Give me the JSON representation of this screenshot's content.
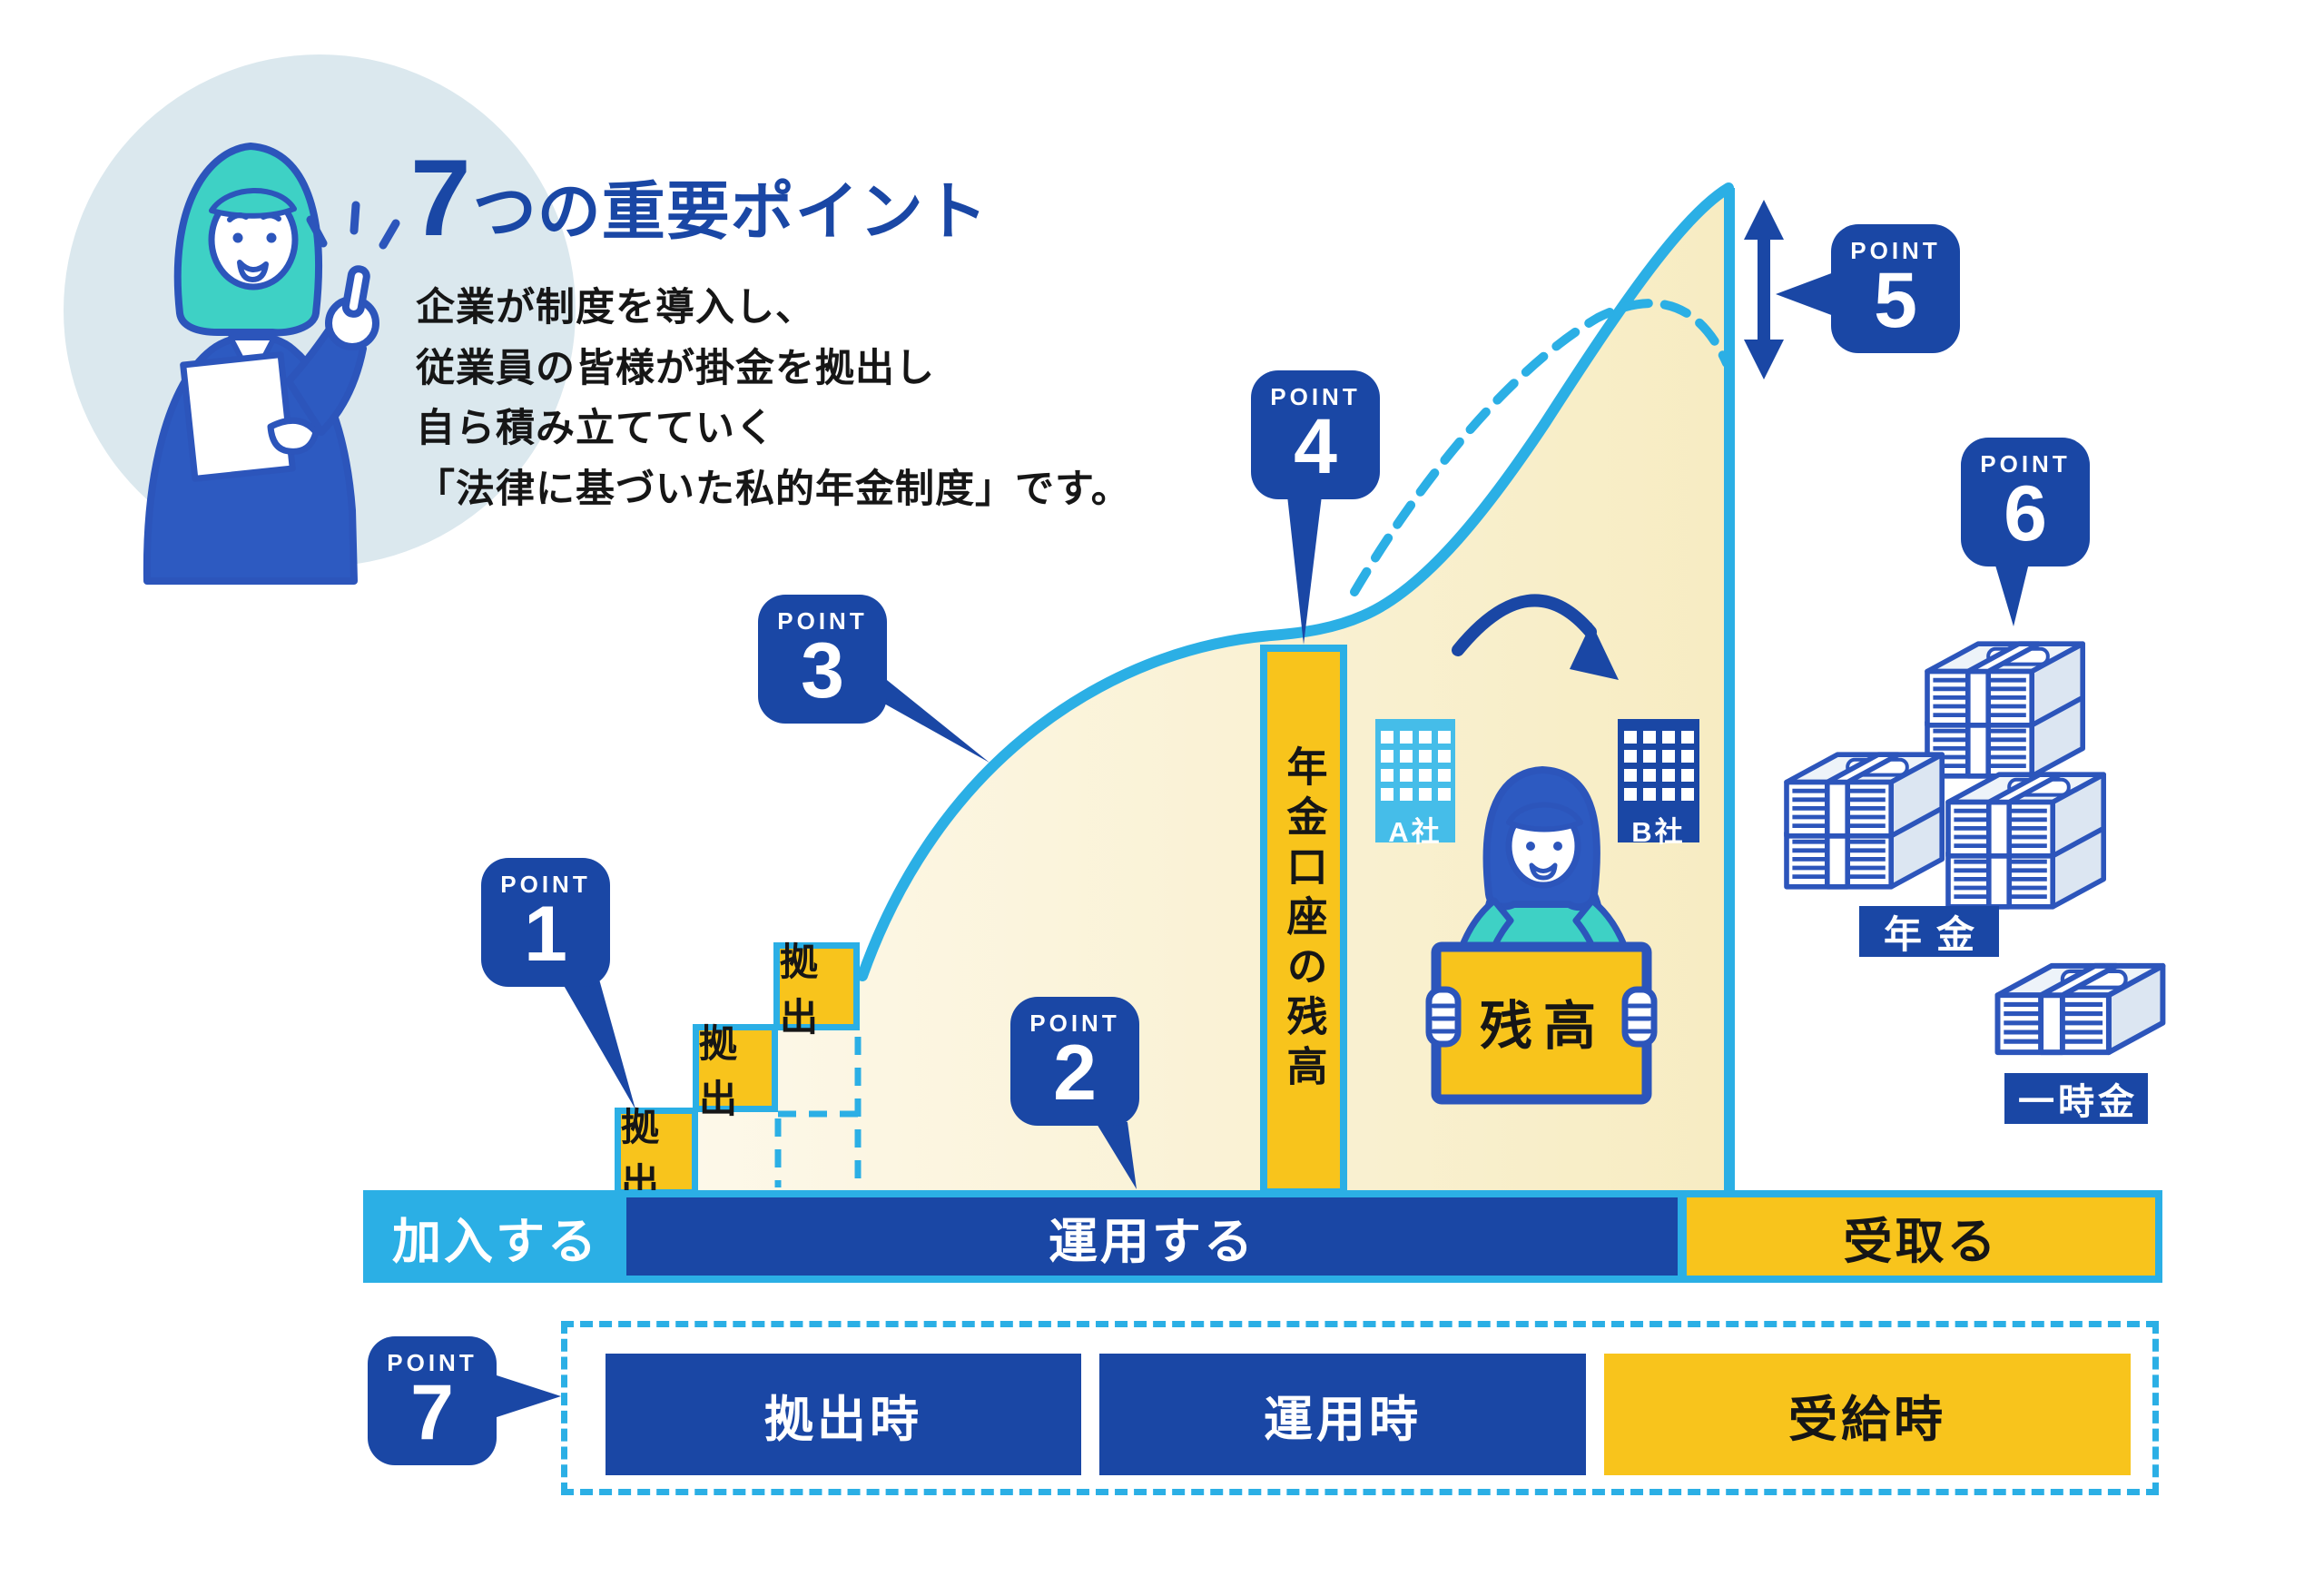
{
  "header": {
    "title_big": "7",
    "title_rest": "つの重要ポイント",
    "description_lines": [
      "企業が制度を導入し、",
      "従業員の皆様が掛金を拠出し",
      "自ら積み立てていく",
      "「法律に基づいた私的年金制度」です。"
    ]
  },
  "points": {
    "label": "POINT",
    "items": [
      {
        "number": "1"
      },
      {
        "number": "2"
      },
      {
        "number": "3"
      },
      {
        "number": "4"
      },
      {
        "number": "5"
      },
      {
        "number": "6"
      },
      {
        "number": "7"
      }
    ]
  },
  "chart": {
    "step_box_label": "拠出",
    "account_bar_label": "年金口座の残高",
    "balance_sign_label": "残高",
    "company_a": "A社",
    "company_b": "B社"
  },
  "payout": {
    "pension_label": "年金",
    "lump_sum_label": "一時金"
  },
  "phases": {
    "join": "加入する",
    "invest": "運用する",
    "receive": "受取る"
  },
  "tax_phases": {
    "contribution": "拠出時",
    "investment": "運用時",
    "receipt": "受給時"
  },
  "colors": {
    "blue": "#1a47a5",
    "blue-bright": "#2c55bb",
    "cyan": "#2bafe5",
    "cyan-light": "#45bde9",
    "yellow": "#f8c41c",
    "cream": "#f9eecb",
    "teal": "#3ed1c5",
    "circle-bg": "#dbe8ee",
    "ink": "#161616"
  }
}
